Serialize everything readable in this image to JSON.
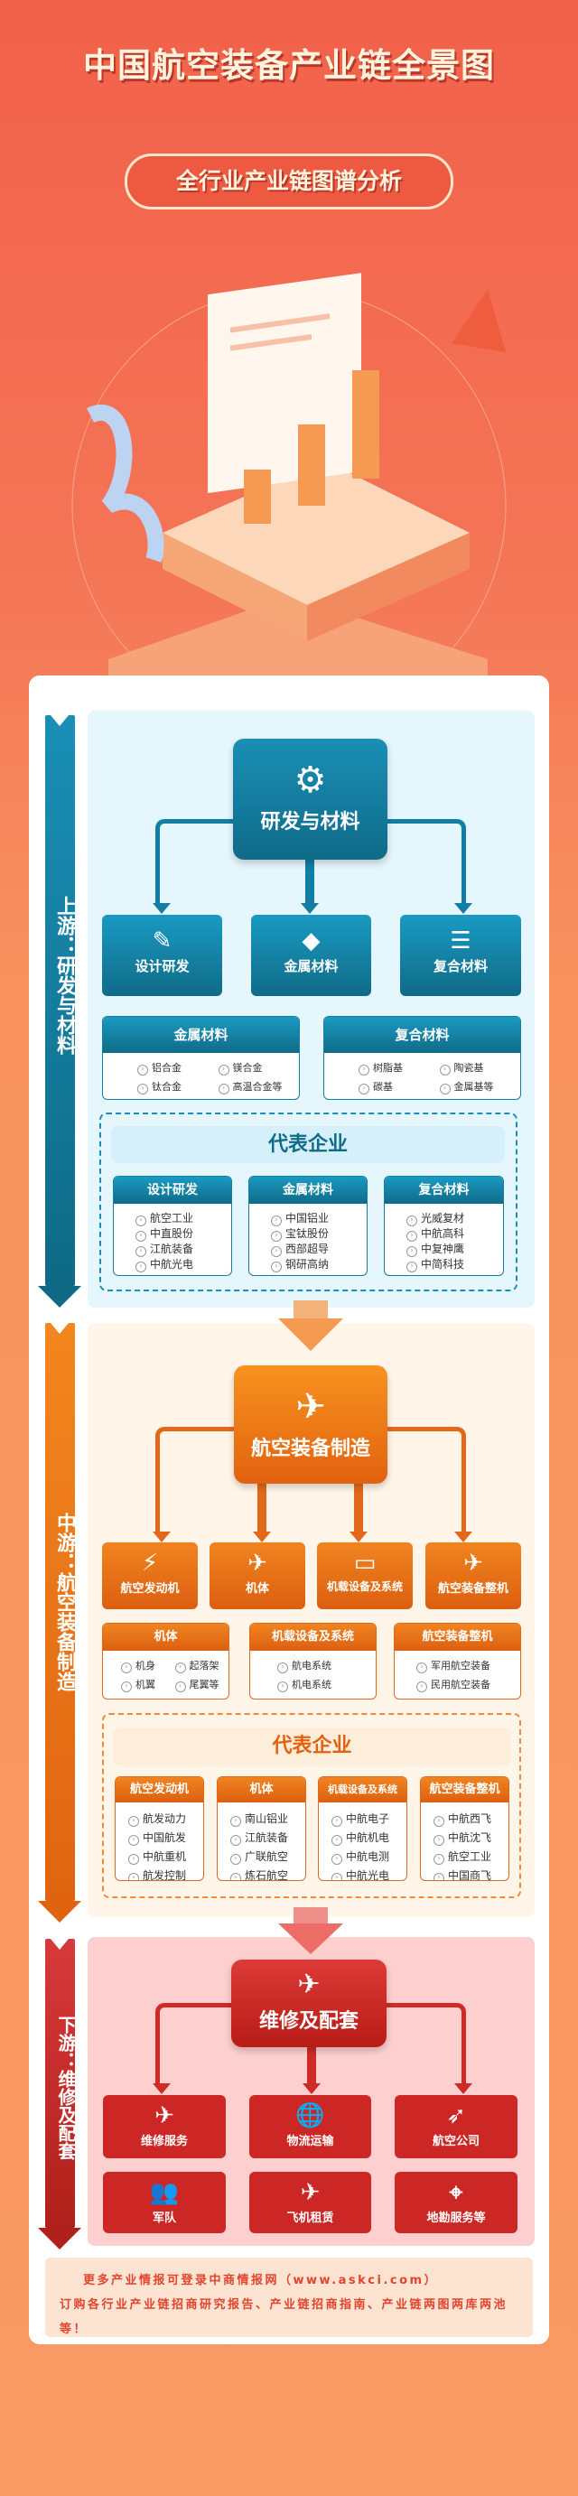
{
  "header": {
    "title": "中国航空装备产业链全景图",
    "subtitle": "全行业产业链图谱分析"
  },
  "colors": {
    "upstream": "#0d7fa5",
    "midstream": "#f07818",
    "downstream": "#cc2420"
  },
  "upstream": {
    "side_label": "上游：研发与材料",
    "hub": {
      "label": "研发与材料",
      "icon": "robot-arm-gear-icon"
    },
    "boxes": [
      {
        "label": "设计研发",
        "icon": "gear-pencil-icon"
      },
      {
        "label": "金属材料",
        "icon": "cube-gear-icon"
      },
      {
        "label": "复合材料",
        "icon": "layers-icon"
      }
    ],
    "materials": [
      {
        "title": "金属材料",
        "items": [
          "铝合金",
          "镁合金",
          "钛合金",
          "高温合金等"
        ]
      },
      {
        "title": "复合材料",
        "items": [
          "树脂基",
          "陶瓷基",
          "碳基",
          "金属基等"
        ]
      }
    ],
    "rep_title": "代表企业",
    "companies": [
      {
        "title": "设计研发",
        "items": [
          "航空工业",
          "中直股份",
          "江航装备",
          "中航光电"
        ]
      },
      {
        "title": "金属材料",
        "items": [
          "中国铝业",
          "宝钛股份",
          "西部超导",
          "钢研高纳"
        ]
      },
      {
        "title": "复合材料",
        "items": [
          "光威复材",
          "中航高科",
          "中复神鹰",
          "中简科技"
        ]
      }
    ]
  },
  "midstream": {
    "side_label": "中游：航空装备制造",
    "hub": {
      "label": "航空装备制造",
      "icon": "plane-gear-icon"
    },
    "boxes": [
      {
        "label": "航空发动机",
        "icon": "engine-icon"
      },
      {
        "label": "机体",
        "icon": "airframe-icon"
      },
      {
        "label": "机载设备及系统",
        "icon": "computer-gear-icon"
      },
      {
        "label": "航空装备整机",
        "icon": "airplane-icon"
      }
    ],
    "materials": [
      {
        "title": "机体",
        "items": [
          "机身",
          "起落架",
          "机翼",
          "尾翼等"
        ]
      },
      {
        "title": "机载设备及系统",
        "items": [
          "航电系统",
          "机电系统"
        ]
      },
      {
        "title": "航空装备整机",
        "items": [
          "军用航空装备",
          "民用航空装备"
        ]
      }
    ],
    "rep_title": "代表企业",
    "companies": [
      {
        "title": "航空发动机",
        "items": [
          "航发动力",
          "中国航发",
          "中航重机",
          "航发控制"
        ]
      },
      {
        "title": "机体",
        "items": [
          "南山铝业",
          "江航装备",
          "广联航空",
          "炼石航空"
        ]
      },
      {
        "title": "机载设备及系统",
        "items": [
          "中航电子",
          "中航机电",
          "中航电测",
          "中航光电"
        ]
      },
      {
        "title": "航空装备整机",
        "items": [
          "中航西飞",
          "中航沈飞",
          "航空工业",
          "中国商飞"
        ]
      }
    ]
  },
  "downstream": {
    "side_label": "下游：维修及配套",
    "hub": {
      "label": "维修及配套",
      "icon": "factory-plane-icon"
    },
    "boxes": [
      {
        "label": "维修服务",
        "icon": "plane-wrench-icon"
      },
      {
        "label": "物流运输",
        "icon": "plane-globe-icon"
      },
      {
        "label": "航空公司",
        "icon": "wing-logo-icon"
      },
      {
        "label": "军队",
        "icon": "soldiers-icon"
      },
      {
        "label": "飞机租赁",
        "icon": "plane-lease-icon"
      },
      {
        "label": "地勘服务等",
        "icon": "map-pin-icon"
      }
    ]
  },
  "footer": {
    "line1": "更多产业情报可登录中商情报网（www.askci.com）",
    "line2": "订购各行业产业链招商研究报告、产业链招商指南、产业链两图两库两池等！"
  }
}
